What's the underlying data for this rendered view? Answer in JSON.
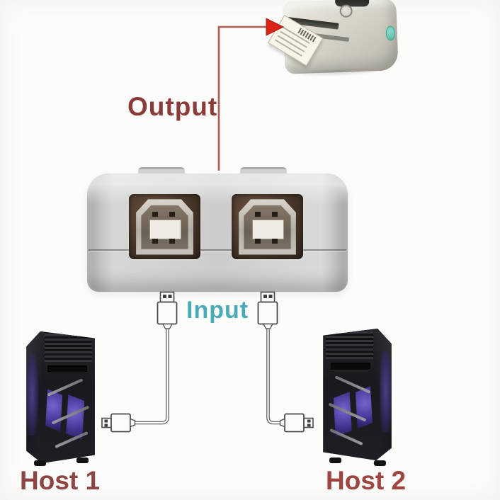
{
  "labels": {
    "output": "Output",
    "input": "Input",
    "host1": "Host 1",
    "host2": "Host 2"
  },
  "devices": {
    "printer": "thermal-label-printer",
    "switch": "2-port-usb-sharing-switch",
    "switch_ports": [
      "usb-b-port-1",
      "usb-b-port-2"
    ],
    "host1": "desktop-tower-pc",
    "host2": "desktop-tower-pc"
  },
  "colors": {
    "background": "#fcfcfa",
    "output_text": "#8a3a38",
    "input_text": "#4aabb8",
    "host1_text": "#8d4543",
    "host2_text": "#9e4441",
    "connector_line": "#9c4039",
    "arrowhead": "#da2418",
    "cable_outline": "#565656",
    "switch_silver": "#cccccb",
    "port_frame_brown": "#463629",
    "printer_body": "#d8d6cb",
    "printer_button_teal": "#4db8a4",
    "tower_body": "#1d1d21",
    "tower_glow_purple": "#6a58c8"
  }
}
